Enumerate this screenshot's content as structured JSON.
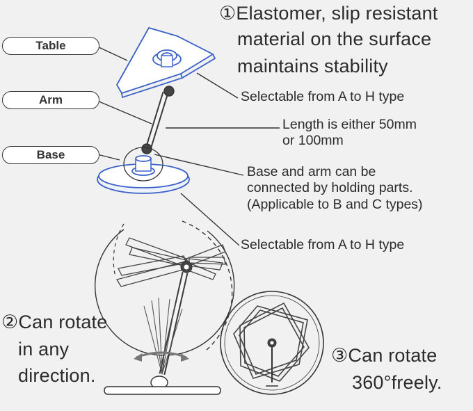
{
  "labels": {
    "table": "Table",
    "arm": "Arm",
    "base": "Base"
  },
  "callouts": {
    "elastomer": [
      "①Elastomer, slip resistant",
      "material on the surface",
      "maintains stability"
    ],
    "table_type": "Selectable from A to H type",
    "length": [
      "Length is either 50mm",
      "or 100mm"
    ],
    "connect": [
      "Base and arm can be",
      "connected by holding parts.",
      "(Applicable to B and C types)"
    ],
    "base_type": "Selectable from A to H type",
    "rotate_any": [
      "②Can rotate",
      "in any",
      "direction."
    ],
    "rotate_360": [
      "③Can rotate",
      "360°freely."
    ]
  },
  "colors": {
    "part_blue": "#3a62c6",
    "line": "#333333",
    "background": "#f1f1f1"
  }
}
